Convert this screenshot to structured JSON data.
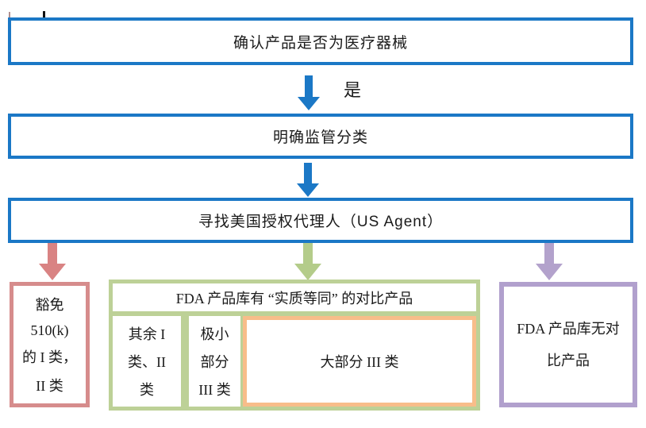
{
  "colors": {
    "blue": "#1b78c6",
    "pink": "#d68c8c",
    "pink-arrow": "#d98383",
    "green": "#bdd197",
    "green-arrow": "#b4cc8a",
    "orange": "#f8bd8a",
    "purple": "#b1a0cd",
    "purple-arrow": "#b3a2cc",
    "text": "#1a1a1a"
  },
  "flow": {
    "step1": {
      "label": "确认产品是否为医疗器械"
    },
    "yes_label": "是",
    "step2": {
      "label": "明确监管分类"
    },
    "step3": {
      "label": "寻找美国授权代理人（US Agent）"
    },
    "exempt_box": {
      "lines": [
        "豁免",
        "510(k)",
        "的 I 类，",
        "II 类"
      ]
    },
    "equivalent_box": {
      "header": "FDA 产品库有 “实质等同” 的对比产品",
      "cell_rest": {
        "lines": [
          "其余 I",
          "类、II",
          "类"
        ]
      },
      "cell_tiny": {
        "lines": [
          "极小",
          "部分",
          "III 类"
        ]
      },
      "cell_most": {
        "label": "大部分 III 类"
      }
    },
    "no_match_box": {
      "lines": [
        "FDA 产品库无对",
        "比产品"
      ]
    }
  }
}
